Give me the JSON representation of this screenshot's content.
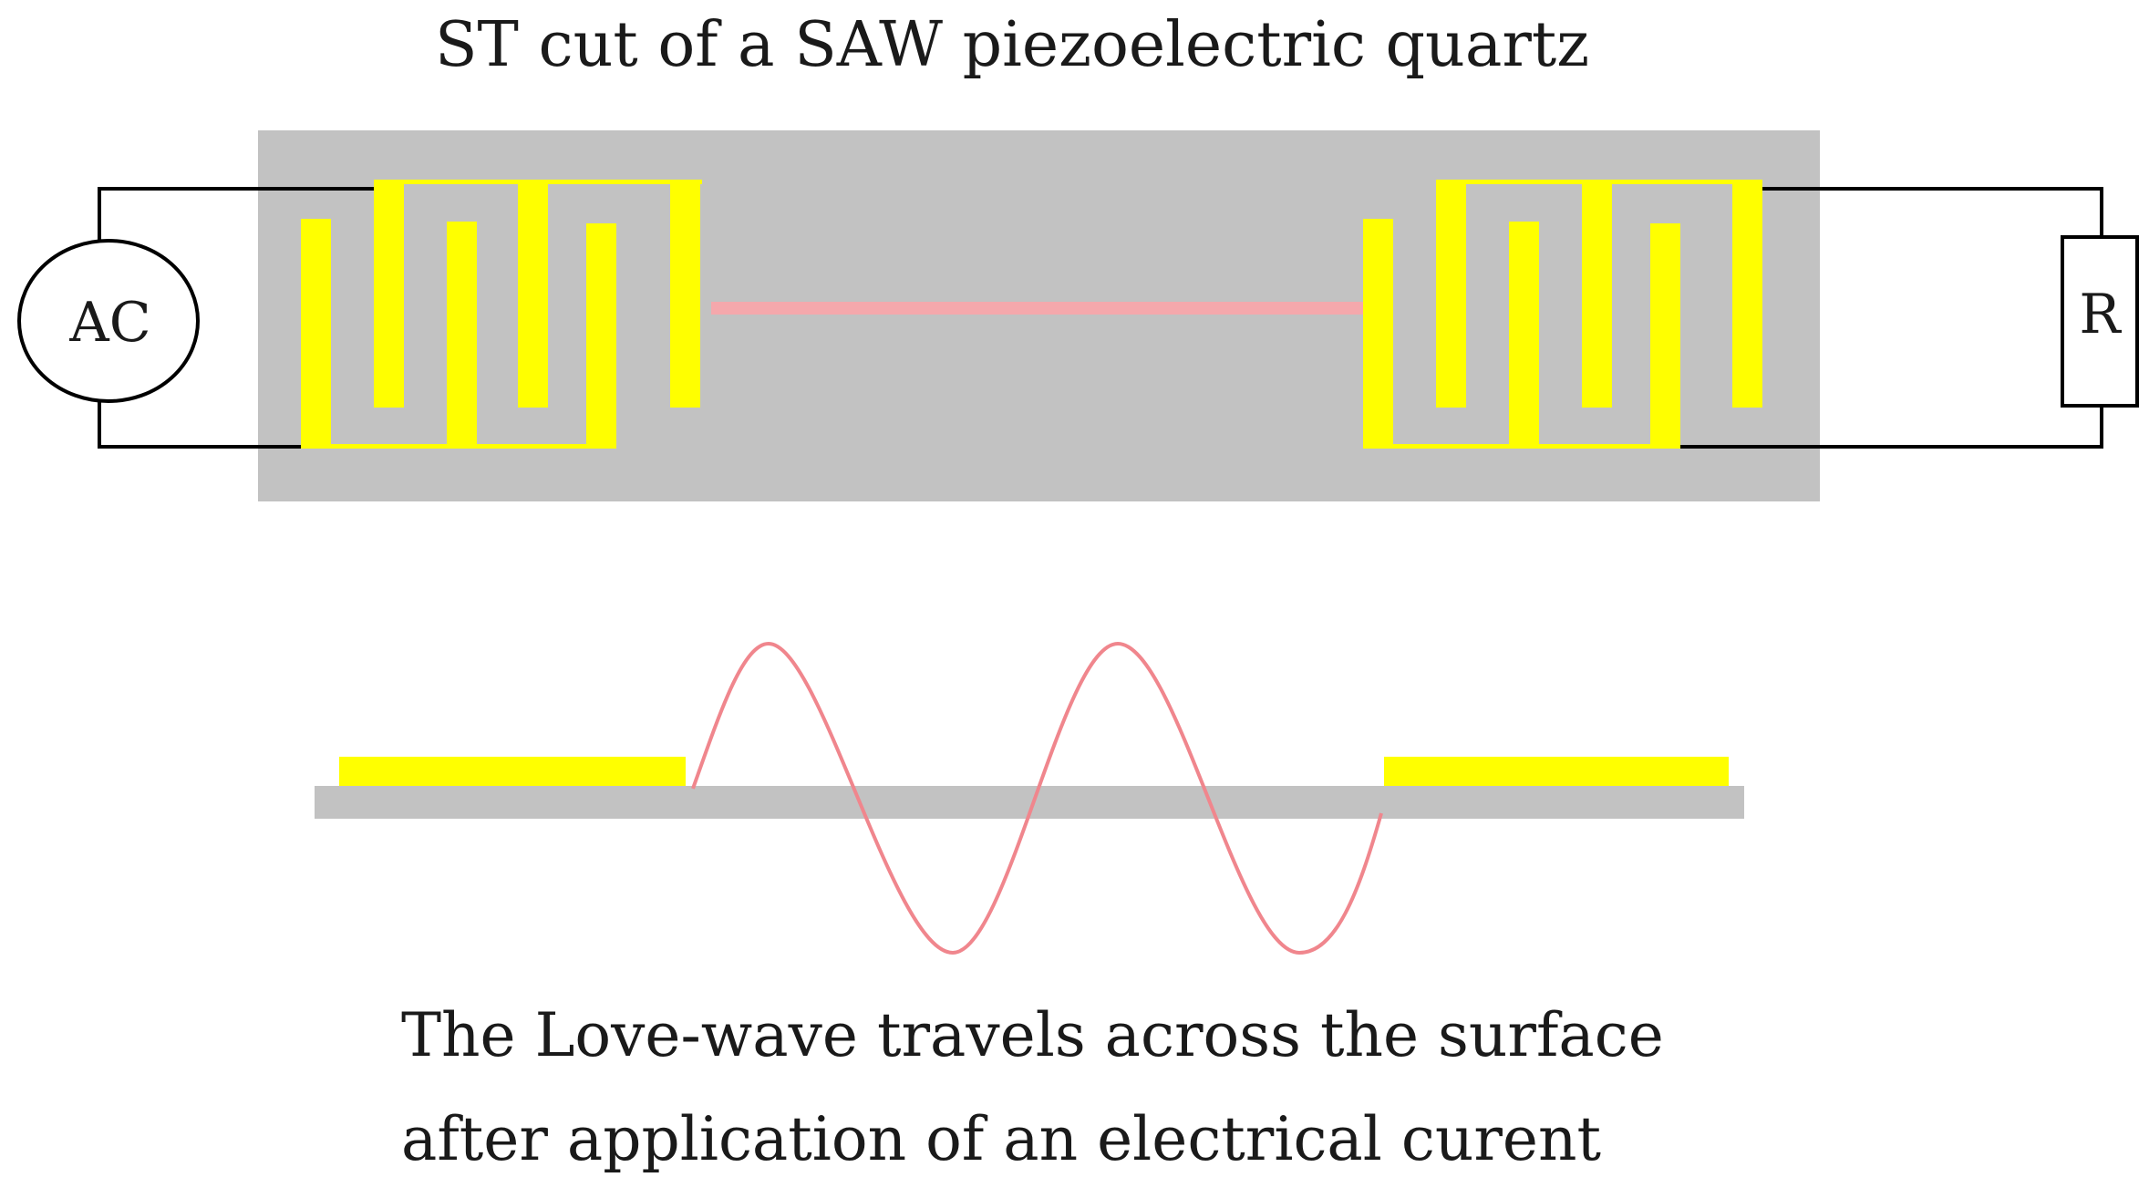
{
  "title": "ST cut of a SAW piezoelectric quartz",
  "source_label": "AC",
  "load_label": "R",
  "caption_line1": "The Love-wave travels across the surface",
  "caption_line2": "after application of an electrical curent",
  "colors": {
    "substrate": "#c2c2c2",
    "electrode": "#ffff00",
    "wave": "#f29a9f",
    "wire": "#000000"
  }
}
